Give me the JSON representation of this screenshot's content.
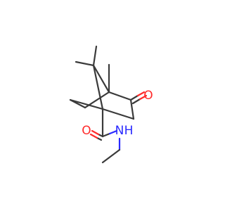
{
  "molecule": {
    "atoms": {
      "ketone_oxygen": {
        "symbol": "O",
        "color": "#ff2a2a"
      },
      "amide_oxygen": {
        "symbol": "O",
        "color": "#ff2a2a"
      },
      "amide_nitrogen": {
        "symbol": "N",
        "color": "#2a2aff"
      },
      "amide_hydrogen": {
        "symbol": "H",
        "color": "#2a2aff"
      }
    },
    "bond_color": "#3a3a3a"
  }
}
